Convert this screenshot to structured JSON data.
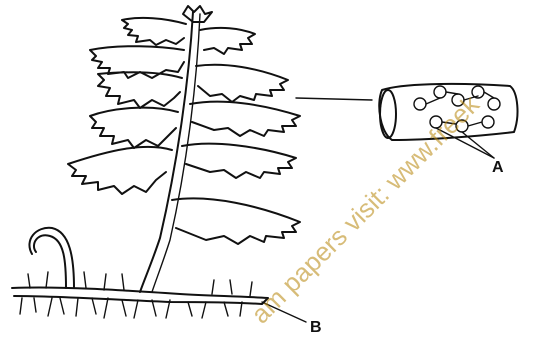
{
  "diagram": {
    "labels": {
      "a": "A",
      "b": "B"
    },
    "watermark": {
      "text": "am papers visit: www.freek",
      "color": "#b8860b"
    },
    "ink_color": "#111111"
  }
}
